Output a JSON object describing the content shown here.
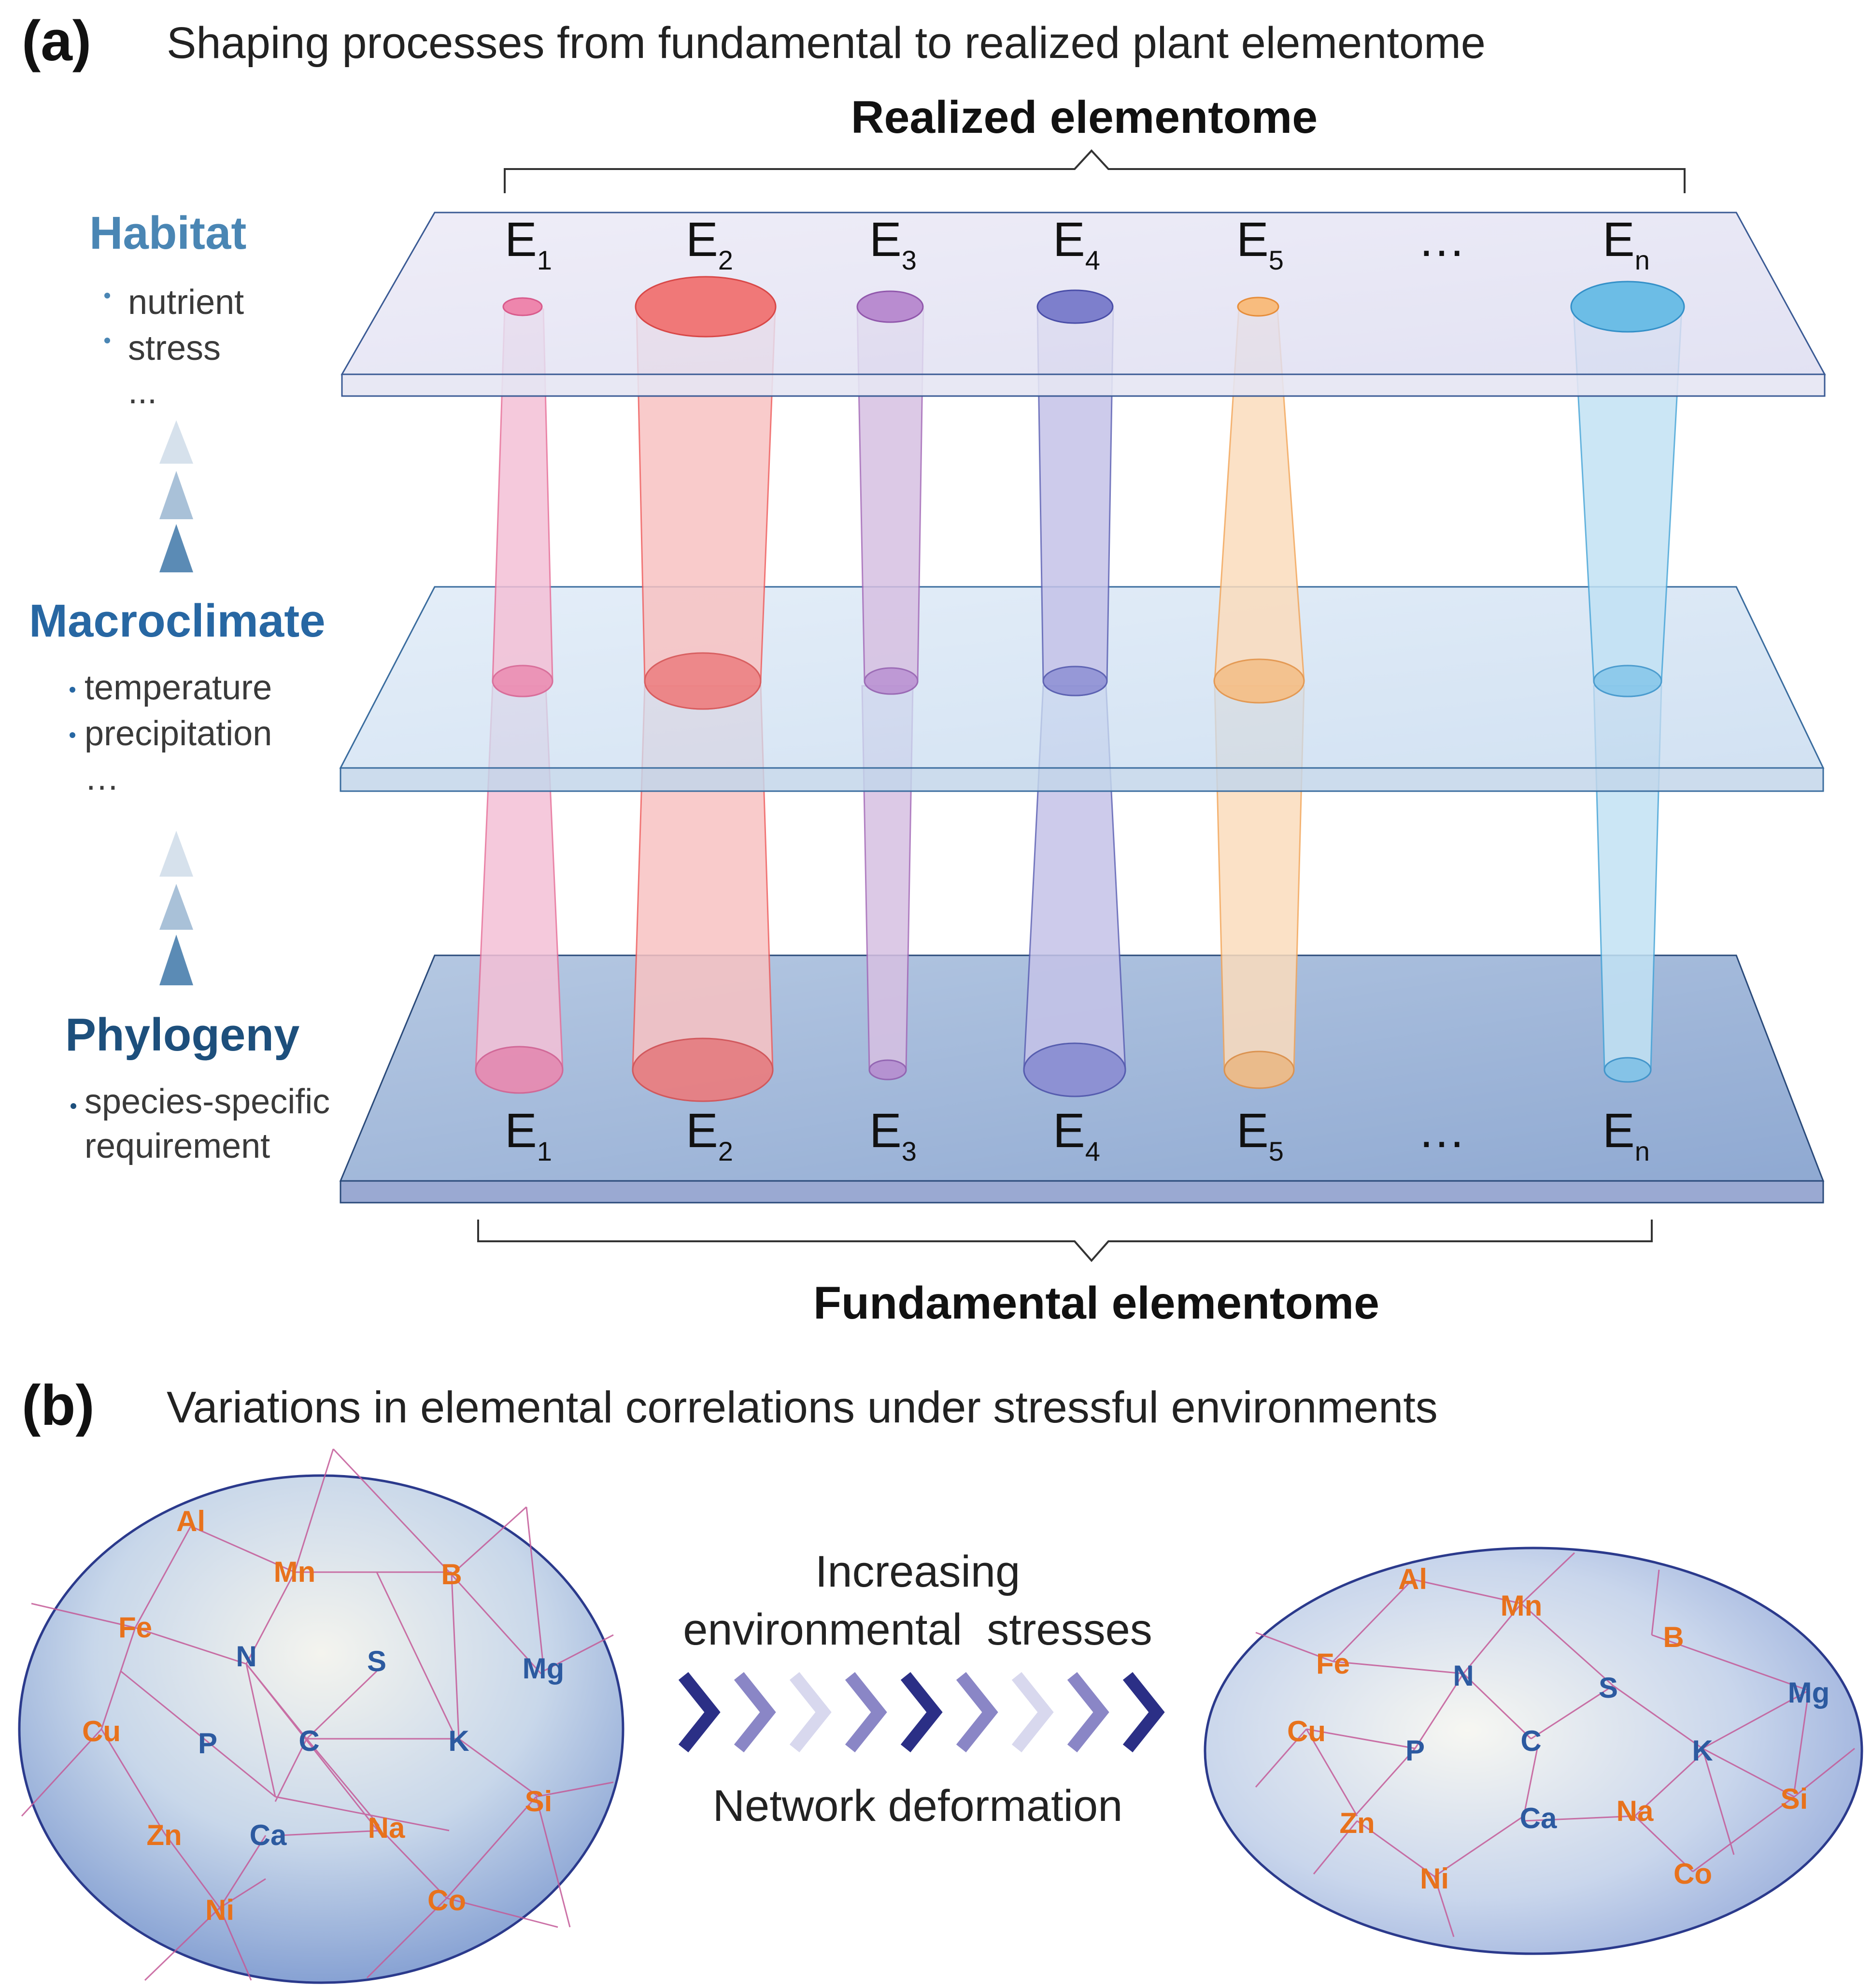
{
  "panel_a": {
    "label": "(a)",
    "title": "Shaping processes from fundamental to realized plant elementome",
    "top_bracket_label": "Realized elementome",
    "bottom_bracket_label": "Fundamental elementome",
    "layers": [
      {
        "name": "Habitat",
        "color": "#4a86b4",
        "factors": [
          "nutrient",
          "stress"
        ],
        "ellipsis": "..."
      },
      {
        "name": "Macroclimate",
        "color": "#2767a3",
        "factors": [
          "temperature",
          "precipitation"
        ],
        "ellipsis": "…"
      },
      {
        "name": "Phylogeny",
        "color": "#1d4f7c",
        "factors": [
          "species-specific",
          "requirement"
        ]
      }
    ],
    "elements": [
      {
        "main": "E",
        "sub": "1",
        "color": "#e7709a"
      },
      {
        "main": "E",
        "sub": "2",
        "color": "#ef5f5f"
      },
      {
        "main": "E",
        "sub": "3",
        "color": "#a46ab8"
      },
      {
        "main": "E",
        "sub": "4",
        "color": "#5d61b4"
      },
      {
        "main": "E",
        "sub": "5",
        "color": "#f3a65a"
      },
      {
        "main": "…",
        "sub": "",
        "color": ""
      },
      {
        "main": "E",
        "sub": "n",
        "color": "#4aa6d8"
      }
    ]
  },
  "panel_b": {
    "label": "(b)",
    "title": "Variations in elemental correlations under stressful environments",
    "arrow_top_line1": "Increasing",
    "arrow_top_line2": "environmental  stresses",
    "arrow_bottom": "Network deformation",
    "left_network": [
      "Al",
      "Mn",
      "B",
      "Fe",
      "N",
      "S",
      "Mg",
      "Cu",
      "P",
      "C",
      "K",
      "Si",
      "Zn",
      "Ca",
      "Na",
      "Ni",
      "Co"
    ],
    "right_network": [
      "Al",
      "Mn",
      "B",
      "Fe",
      "N",
      "S",
      "Mg",
      "Cu",
      "P",
      "C",
      "K",
      "Si",
      "Zn",
      "Ca",
      "Na",
      "Ni",
      "Co"
    ]
  }
}
